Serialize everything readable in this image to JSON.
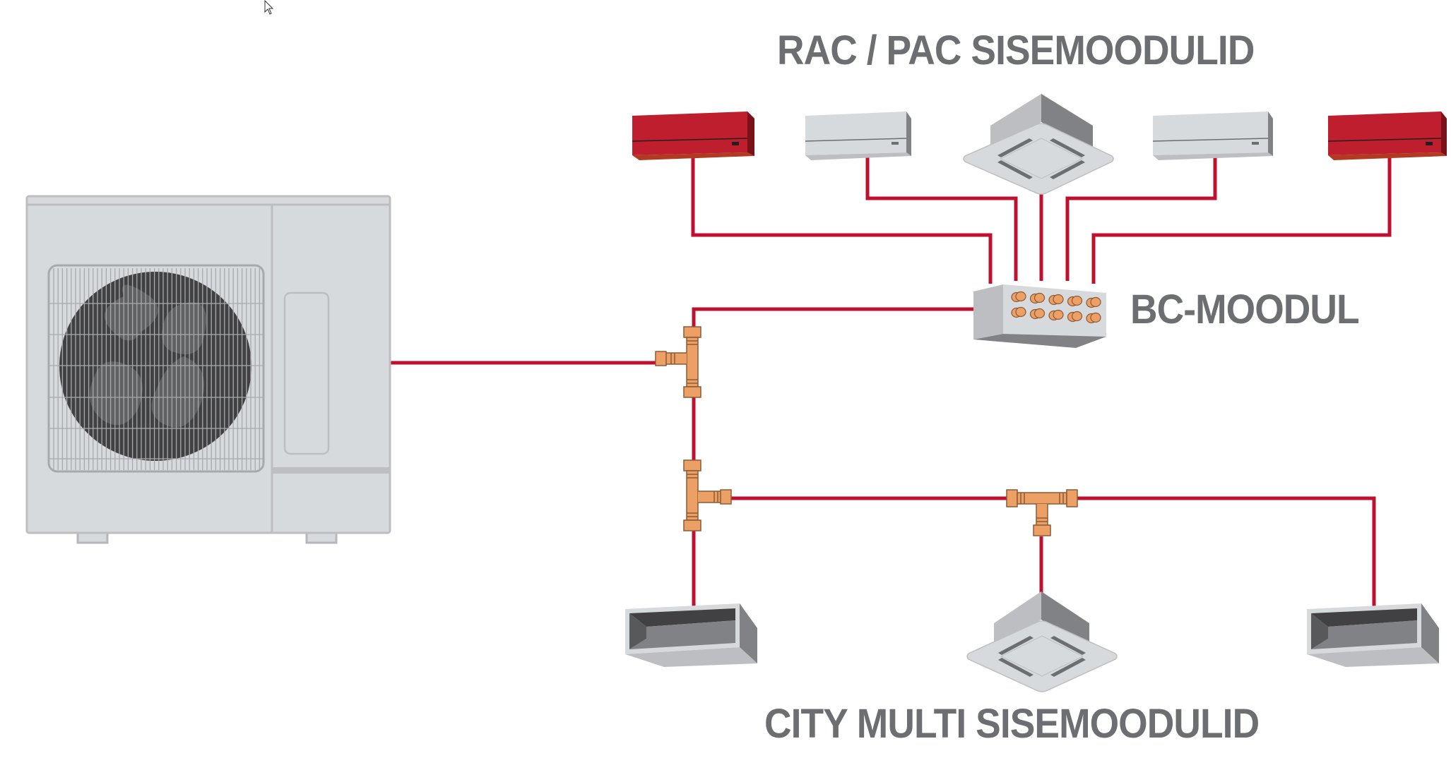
{
  "diagram": {
    "title": "Mitsubishi Electric hybrid VRF system layout",
    "labels": {
      "indoor_rac_pac": "RAC / PAC SISEMOODULID",
      "bc_module": "BC-MOODUL",
      "indoor_city_multi": "CITY MULTI SISEMOODULID"
    },
    "colors": {
      "pipe": "#c0102f",
      "label_text": "#6d6e71",
      "unit_red": "#be1e2d",
      "unit_red_bottom": "#b03a22",
      "unit_red_side": "#7a1018",
      "unit_grey_front": "#d7dadd",
      "unit_grey_mid": "#bcbec1",
      "unit_grey_dark": "#808285",
      "unit_outline": "#b5b7ba",
      "fan_dark": "#414042",
      "fan_blade": "#58595b",
      "copper_fill": "#eda066",
      "copper_stroke": "#8a5a35"
    },
    "outdoor_unit": {
      "name": "outdoor-unit",
      "type": "outdoor condensing unit with fan"
    },
    "rac_pac_units": [
      {
        "name": "wall-unit-red-left",
        "type": "wall-mounted",
        "color": "red"
      },
      {
        "name": "wall-unit-white-left",
        "type": "wall-mounted",
        "color": "white"
      },
      {
        "name": "cassette-unit-top",
        "type": "ceiling cassette",
        "color": "white"
      },
      {
        "name": "wall-unit-white-right",
        "type": "wall-mounted",
        "color": "white"
      },
      {
        "name": "wall-unit-red-right",
        "type": "wall-mounted",
        "color": "red"
      }
    ],
    "city_multi_units": [
      {
        "name": "ducted-unit-left",
        "type": "ducted"
      },
      {
        "name": "cassette-unit-bottom",
        "type": "ceiling cassette"
      },
      {
        "name": "ducted-unit-right",
        "type": "ducted"
      }
    ],
    "bc_module": {
      "name": "bc-module",
      "ports": 10
    },
    "branch_joints": 3
  }
}
